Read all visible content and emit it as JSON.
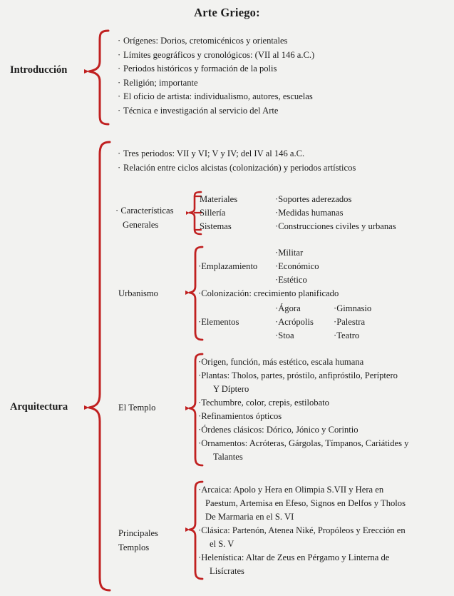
{
  "meta": {
    "background_color": "#f2f2f0",
    "brace_color": "#c02020",
    "text_color": "#1b1b1b"
  },
  "title": "Arte Griego:",
  "branches": [
    {
      "id": "introduccion",
      "label": "Introducción",
      "items": [
        "Orígenes: Dorios, cretomicénicos y orientales",
        "Límites geográficos y cronológicos: (VII al 146 a.C.)",
        "Periodos históricos y formación de la polis",
        "Religión; importante",
        "El oficio de artista: individualismo, autores, escuelas",
        "Técnica e investigación al servicio del Arte"
      ]
    },
    {
      "id": "arquitectura",
      "label": "Arquitectura",
      "items": [
        "Tres periodos: VII y VI; V y IV; del IV al 146 a.C.",
        "Relación entre ciclos alcistas (colonización) y periodos artísticos"
      ],
      "groups": [
        {
          "id": "caracteristicas-generales",
          "label_line1": "· Características",
          "label_line2": "Generales",
          "rows": [
            {
              "left": "Materiales",
              "right": "Soportes aderezados"
            },
            {
              "left": "Sillería",
              "right": "Medidas humanas"
            },
            {
              "left": "Sistemas",
              "right": "Construcciones civiles y urbanas"
            }
          ]
        },
        {
          "id": "urbanismo",
          "label_line1": "Urbanismo",
          "label_line2": "",
          "emplazamiento": {
            "label": "Emplazamiento",
            "values": [
              "Militar",
              "Económico",
              "Estético"
            ]
          },
          "colonizacion": "Colonización: crecimiento planificado",
          "elementos": {
            "label": "Elementos",
            "col1": [
              "Ágora",
              "Acrópolis",
              "Stoa"
            ],
            "col2": [
              "Gimnasio",
              "Palestra",
              "Teatro"
            ]
          }
        },
        {
          "id": "el-templo",
          "label_line1": "El Templo",
          "items": [
            {
              "text": "Origen, función, más estético, escala humana",
              "cont": ""
            },
            {
              "text": "Plantas: Tholos, partes, próstilo, anfipróstilo, Períptero",
              "cont": "Y Díptero"
            },
            {
              "text": "Techumbre, color, crepis, estilobato",
              "cont": ""
            },
            {
              "text": "Refinamientos ópticos",
              "cont": ""
            },
            {
              "text": "Órdenes clásicos: Dórico, Jónico y Corintio",
              "cont": ""
            },
            {
              "text": "Ornamentos: Acróteras, Gárgolas, Tímpanos, Cariátides y",
              "cont": "Talantes"
            }
          ]
        },
        {
          "id": "principales-templos",
          "label_line1": "Principales",
          "label_line2": "Templos",
          "items": [
            {
              "text": "Arcaica: Apolo y Hera en Olimpia S.VII y Hera en",
              "cont": "Paestum, Artemisa en Efeso, Signos en Delfos y Tholos",
              "cont2": "De Marmaria en el S. VI"
            },
            {
              "text": "Clásica: Partenón, Atenea Niké, Propóleos y Erección en",
              "cont": "el S. V",
              "cont2": ""
            },
            {
              "text": "Helenística: Altar de Zeus en Pérgamo y Linterna de",
              "cont": "Lisícrates",
              "cont2": ""
            }
          ]
        }
      ]
    }
  ]
}
